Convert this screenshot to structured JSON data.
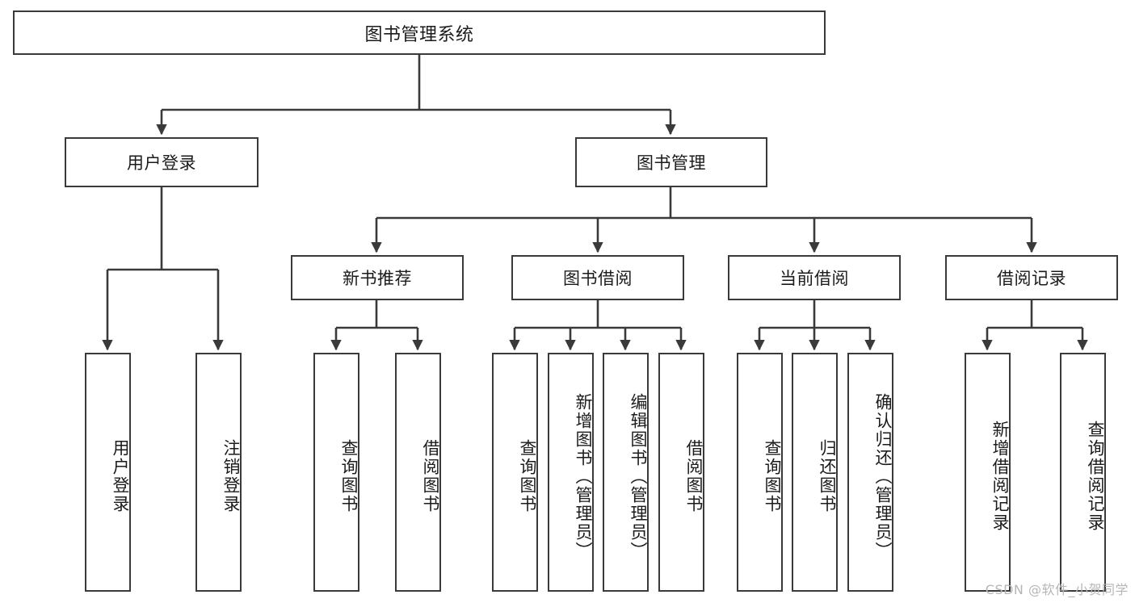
{
  "diagram": {
    "title": "图书管理系统",
    "type": "tree-hierarchy-chart",
    "root": {
      "label": "图书管理系统"
    },
    "level2": [
      {
        "label": "用户登录"
      },
      {
        "label": "图书管理"
      }
    ],
    "level3": [
      {
        "label": "新书推荐"
      },
      {
        "label": "图书借阅"
      },
      {
        "label": "当前借阅"
      },
      {
        "label": "借阅记录"
      }
    ],
    "leaves": {
      "user_login": [
        {
          "label": "用户登录"
        },
        {
          "label": "注销登录"
        }
      ],
      "new_book_recommend": [
        {
          "label": "查询图书"
        },
        {
          "label": "借阅图书"
        }
      ],
      "book_borrow": [
        {
          "label": "查询图书"
        },
        {
          "label": "新增图书（管理员）"
        },
        {
          "label": "编辑图书（管理员）"
        },
        {
          "label": "借阅图书"
        }
      ],
      "current_borrow": [
        {
          "label": "查询图书"
        },
        {
          "label": "归还图书"
        },
        {
          "label": "确认归还（管理员）"
        }
      ],
      "borrow_records": [
        {
          "label": "新增借阅记录"
        },
        {
          "label": "查询借阅记录"
        }
      ]
    }
  },
  "watermark": {
    "text": "CSDN @软件_小贺同学"
  },
  "colors": {
    "stroke": "#3a3a3a",
    "background": "#ffffff",
    "text": "#1b1b1b",
    "watermark": "#b6b6b6"
  }
}
